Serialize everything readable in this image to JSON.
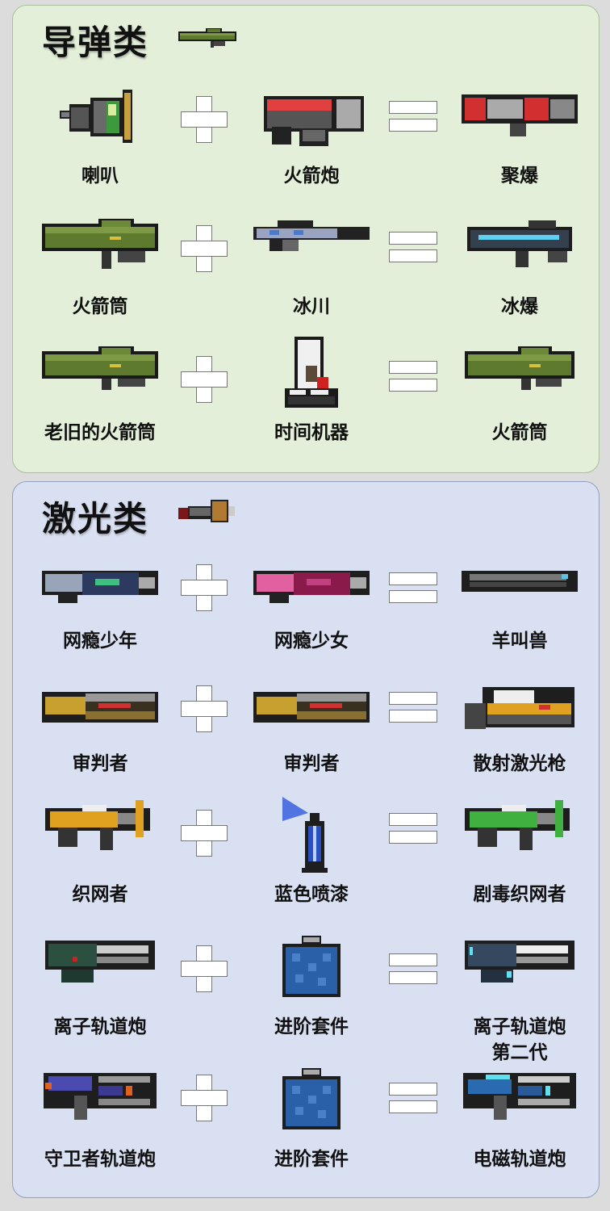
{
  "colors": {
    "page_bg": "#dcdcdc",
    "missile_panel_bg": "#e3efd9",
    "laser_panel_bg": "#d9e0f2",
    "text": "#111111"
  },
  "sections": [
    {
      "title": "导弹类",
      "title_icon": "rocket-launcher-icon",
      "recipes": [
        {
          "a": "喇叭",
          "b": "火箭炮",
          "result": "聚爆"
        },
        {
          "a": "火箭筒",
          "b": "冰川",
          "result": "冰爆"
        },
        {
          "a": "老旧的火箭筒",
          "b": "时间机器",
          "result": "火箭筒"
        }
      ]
    },
    {
      "title": "激光类",
      "title_icon": "laser-cannon-icon",
      "recipes": [
        {
          "a": "网瘾少年",
          "b": "网瘾少女",
          "result": "羊叫兽"
        },
        {
          "a": "审判者",
          "b": "审判者",
          "result": "散射激光枪"
        },
        {
          "a": "织网者",
          "b": "蓝色喷漆",
          "result": "剧毒织网者"
        },
        {
          "a": "离子轨道炮",
          "b": "进阶套件",
          "result": "离子轨道炮",
          "result_line2": "第二代"
        },
        {
          "a": "守卫者轨道炮",
          "b": "进阶套件",
          "result": "电磁轨道炮"
        }
      ]
    }
  ],
  "operators": {
    "plus": "+",
    "equals": "="
  }
}
